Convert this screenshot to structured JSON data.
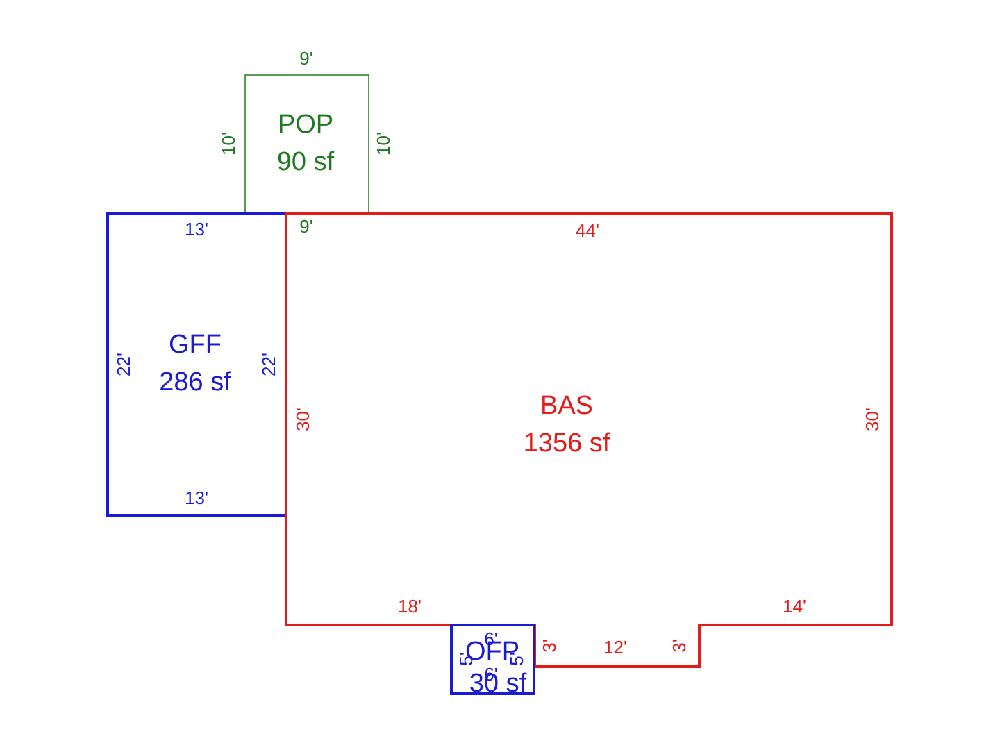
{
  "colors": {
    "bas": "#e31b1b",
    "gff": "#1b1bd6",
    "pop": "#1f7a1f",
    "ofp": "#1b1bd6",
    "background": "#ffffff"
  },
  "areas": {
    "pop": {
      "code": "POP",
      "area": "90 sf",
      "dim_top": "9'",
      "dim_bottom": "9'",
      "dim_left": "10'",
      "dim_right": "10'"
    },
    "gff": {
      "code": "GFF",
      "area": "286 sf",
      "dim_top": "13'",
      "dim_bottom": "13'",
      "dim_left": "22'",
      "dim_right": "22'"
    },
    "bas": {
      "code": "BAS",
      "area": "1356 sf",
      "dim_top": "44'",
      "dim_left": "30'",
      "dim_right": "30'",
      "dim_bottom_left": "18'",
      "dim_bottom_right": "14'",
      "dim_notch_bottom": "12'",
      "dim_notch_left": "3'",
      "dim_notch_right": "3'"
    },
    "ofp": {
      "code": "OFP",
      "area": "30 sf",
      "dim_top": "6'",
      "dim_bottom": "6'",
      "dim_left": "5'",
      "dim_right": "5'"
    }
  }
}
